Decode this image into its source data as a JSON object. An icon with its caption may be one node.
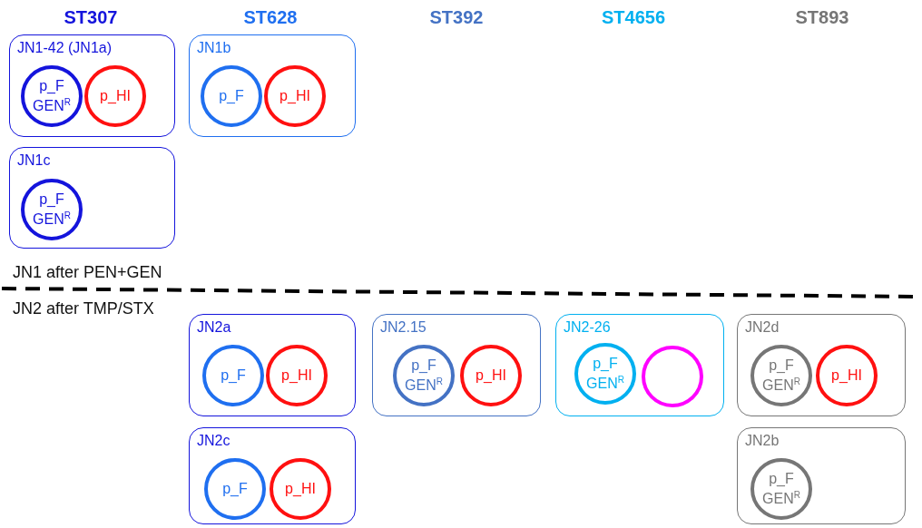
{
  "diagram": {
    "nodes": [
      {
        "text": [
          "JN1-42 (JN1a)"
        ]
      },
      {
        "text": [
          "p_F GEN$^{R}$"
        ],
        "in": 0
      },
      {
        "text": [
          "p_HI"
        ],
        "in": 0
      },
      {
        "text": [
          "JN1b"
        ]
      },
      {
        "text": [
          "p_F"
        ],
        "in": 3
      },
      {
        "text": [
          "p_HI"
        ],
        "in": 3
      },
      {
        "text": [
          "JN1c"
        ]
      },
      {
        "text": [
          "p_F GEN$^{R}$"
        ],
        "in": 6
      },
      {
        "text": [
          "JN2a"
        ]
      },
      {
        "text": [
          "p_F"
        ],
        "in": 8
      },
      {
        "text": [
          "p_HI"
        ],
        "in": 8
      },
      {
        "text": [
          "JN2.15"
        ]
      },
      {
        "text": [
          "p_F GEN$^{R}$"
        ],
        "in": 11
      },
      {
        "text": [
          "p_HI"
        ],
        "in": 11
      },
      {
        "text": [
          "JN2-26"
        ]
      },
      {
        "text": [
          "p_F GEN$^{R}$"
        ],
        "in": 14
      },
      {
        "text": [],
        "shape": "circle",
        "in": 14
      },
      {
        "text": [
          "JN2d"
        ]
      },
      {
        "text": [
          "p_F GEN$^{R}$"
        ],
        "in": 17
      },
      {
        "text": [
          "p_HI"
        ],
        "in": 17
      },
      {
        "text": [
          "JN2c"
        ]
      },
      {
        "text": [
          "p_F"
        ],
        "in": 20
      },
      {
        "text": [
          "p_HI"
        ],
        "in": 20
      },
      {
        "text": [
          "JN2b"
        ]
      },
      {
        "text": [
          "p_F GEN$^{R}$"
        ],
        "in": 23
      }
    ],
    "edges": [],
    "labels": [
      "ST307",
      "ST628",
      "ST392",
      "ST4656",
      "ST893",
      "JN1 after PEN+GEN",
      "JN2 after TMP/STX"
    ]
  }
}
